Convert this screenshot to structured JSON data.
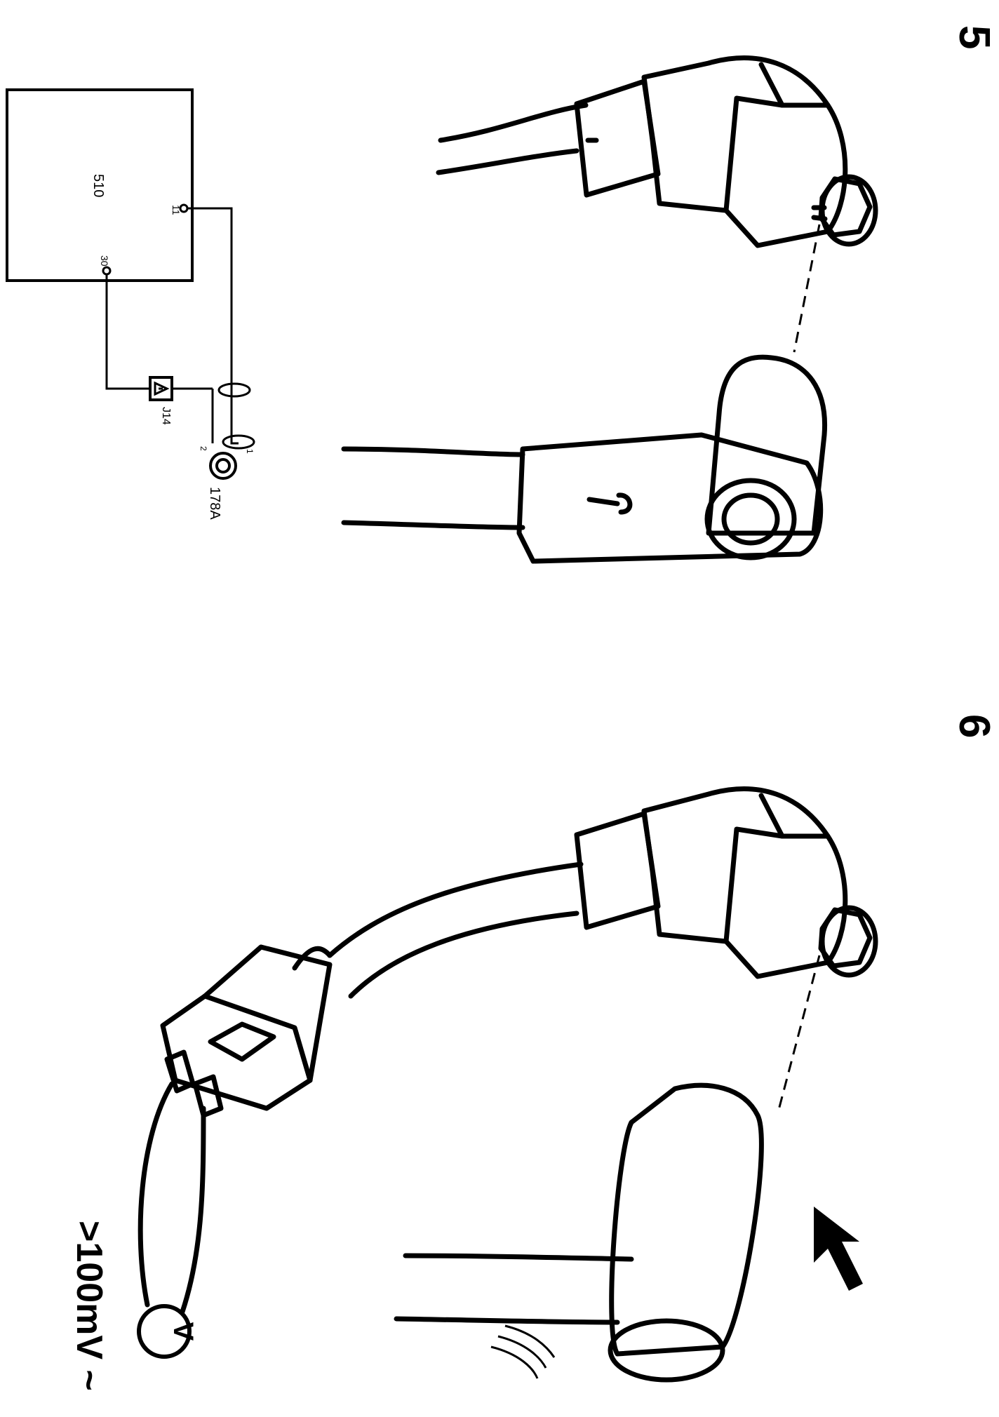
{
  "figures": [
    {
      "number": "5",
      "description_hidden": ""
    },
    {
      "number": "6",
      "description_hidden": ""
    }
  ],
  "schematic": {
    "ecu_label": "510",
    "pin_a": "11",
    "pin_b": "30",
    "connector_label": "J14",
    "sensor_label": "178A",
    "sensor_pin_1": "1",
    "sensor_pin_2": "2"
  },
  "measurement": {
    "meter_symbol": "V",
    "reading": ">100mV ~"
  }
}
